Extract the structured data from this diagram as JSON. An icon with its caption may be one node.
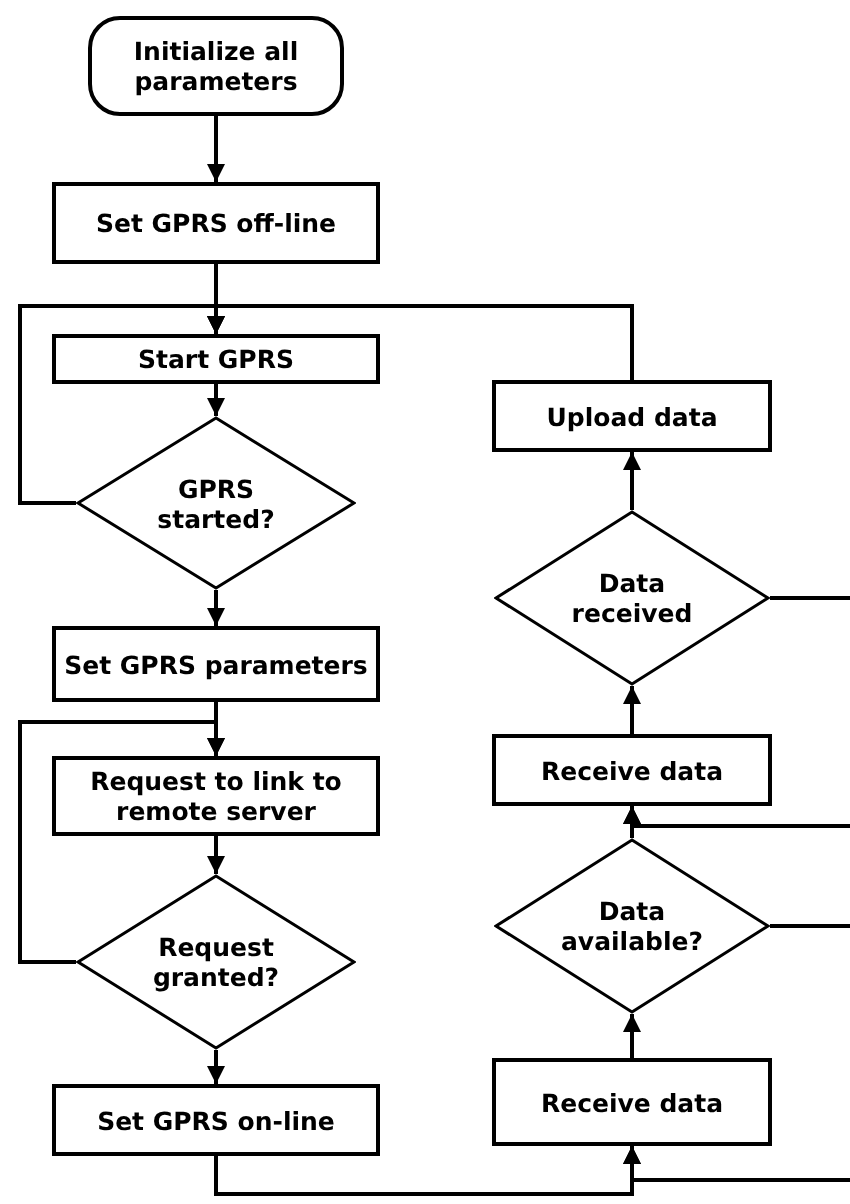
{
  "diagram": {
    "nodes": [
      {
        "text": [
          "Initialize all parameters"
        ]
      },
      {
        "text": [
          "Set GPRS off-line"
        ]
      },
      {
        "text": [
          "Start GPRS"
        ]
      },
      {
        "text": [
          "GPRS started?"
        ]
      },
      {
        "text": [
          "Set GPRS parameters"
        ]
      },
      {
        "text": [
          "Request to link to remote server"
        ]
      },
      {
        "text": [
          "Request granted?"
        ]
      },
      {
        "text": [
          "Set GPRS on-line"
        ]
      },
      {
        "text": [
          "Upload data"
        ]
      },
      {
        "text": [
          "Data received"
        ]
      },
      {
        "text": [
          "Receive data"
        ]
      },
      {
        "text": [
          "Data available?"
        ]
      },
      {
        "text": [
          "Receive data"
        ]
      }
    ],
    "edges": [
      {
        "from": 0,
        "to": 1,
        "arrow": "to"
      },
      {
        "from": 1,
        "to": 2,
        "arrow": "to"
      },
      {
        "from": 2,
        "to": 3,
        "arrow": "to"
      },
      {
        "from": 3,
        "to": 4,
        "arrow": "to"
      },
      {
        "from": 3,
        "to": 2,
        "arrow": "to"
      },
      {
        "from": 8,
        "to": 2,
        "arrow": "to"
      },
      {
        "from": 4,
        "to": 5,
        "arrow": "to"
      },
      {
        "from": 5,
        "to": 6,
        "arrow": "to"
      },
      {
        "from": 6,
        "to": 5,
        "arrow": "to"
      },
      {
        "from": 6,
        "to": 7,
        "arrow": "to"
      },
      {
        "from": 7,
        "to": 12,
        "arrow": "to"
      },
      {
        "from": null,
        "to": 12,
        "arrow": "to"
      },
      {
        "from": 12,
        "to": 11,
        "arrow": "to"
      },
      {
        "from": 11,
        "to": 10,
        "arrow": "to"
      },
      {
        "from": null,
        "to": 10,
        "arrow": "to"
      },
      {
        "from": 10,
        "to": 9,
        "arrow": "to"
      },
      {
        "from": 9,
        "to": 8,
        "arrow": "to"
      },
      {
        "from": 11,
        "to": null,
        "arrow": "none"
      },
      {
        "from": 9,
        "to": null,
        "arrow": "none"
      }
    ]
  }
}
